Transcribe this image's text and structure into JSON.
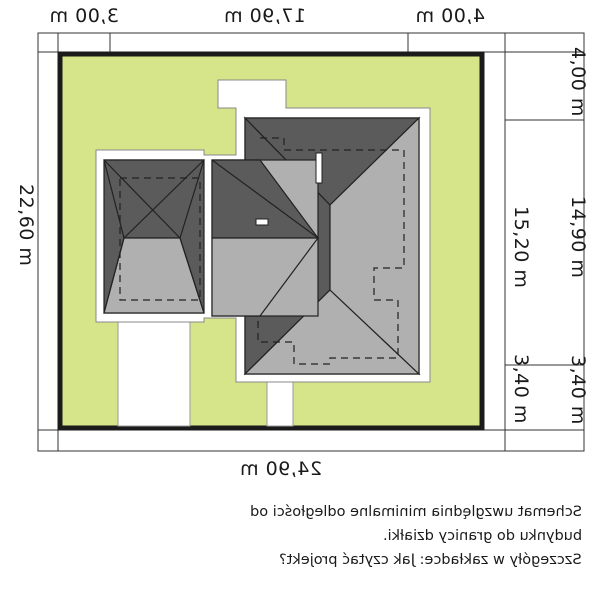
{
  "dimensions": {
    "top_left": "3,00 m",
    "top_mid": "17,90 m",
    "top_right": "4,00 m",
    "bottom": "24,90 m",
    "left": "22,60 m",
    "right_top": "4,00 m",
    "right_mid": "14,90 m",
    "right_bottom": "3,40 m",
    "inner_mid": "15,20 m",
    "inner_bottom": "3,40 m"
  },
  "caption": {
    "line1": "Schemat uwzględnia minimalne odległości od",
    "line2": "budynku do granicy działki.",
    "line3": "Szczegóły w zakładce: Jak czytać projekt?"
  },
  "colors": {
    "plot": "#d6e58a",
    "roof_dark": "#5b5b5b",
    "roof_light": "#b0b0b0",
    "border": "#1b1b1b"
  }
}
